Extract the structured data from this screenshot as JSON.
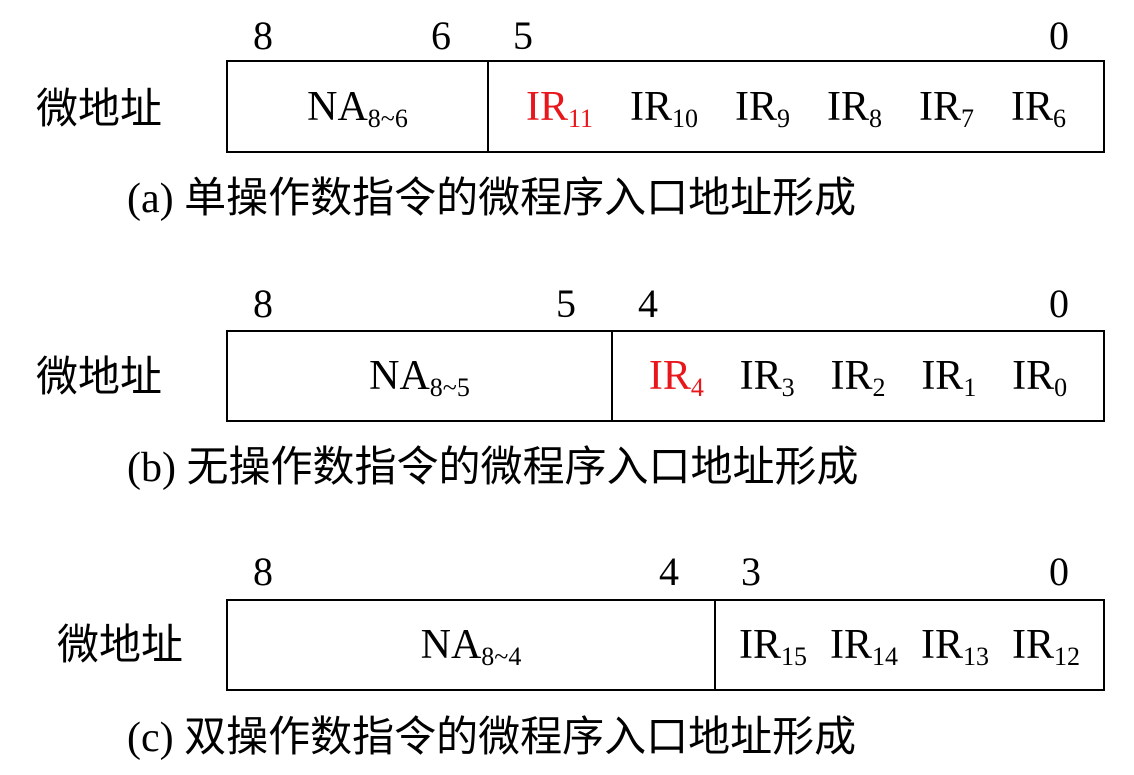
{
  "panels": [
    {
      "id": "a",
      "row_label": "微地址",
      "bit_labels": [
        "8",
        "6",
        "5",
        "0"
      ],
      "na": {
        "text": "NA",
        "sub": "8~6"
      },
      "ir_fields": [
        {
          "text": "IR",
          "sub": "11",
          "highlight": true
        },
        {
          "text": "IR",
          "sub": "10",
          "highlight": false
        },
        {
          "text": "IR",
          "sub": "9",
          "highlight": false
        },
        {
          "text": "IR",
          "sub": "8",
          "highlight": false
        },
        {
          "text": "IR",
          "sub": "7",
          "highlight": false
        },
        {
          "text": "IR",
          "sub": "6",
          "highlight": false
        }
      ],
      "caption_prefix": "(a) ",
      "caption_text": "单操作数指令的微程序入口地址形成"
    },
    {
      "id": "b",
      "row_label": "微地址",
      "bit_labels": [
        "8",
        "5",
        "4",
        "0"
      ],
      "na": {
        "text": "NA",
        "sub": "8~5"
      },
      "ir_fields": [
        {
          "text": "IR",
          "sub": "4",
          "highlight": true
        },
        {
          "text": "IR",
          "sub": "3",
          "highlight": false
        },
        {
          "text": "IR",
          "sub": "2",
          "highlight": false
        },
        {
          "text": "IR",
          "sub": "1",
          "highlight": false
        },
        {
          "text": "IR",
          "sub": "0",
          "highlight": false
        }
      ],
      "caption_prefix": "(b) ",
      "caption_text": "无操作数指令的微程序入口地址形成"
    },
    {
      "id": "c",
      "row_label": "微地址",
      "bit_labels": [
        "8",
        "4",
        "3",
        "0"
      ],
      "na": {
        "text": "NA",
        "sub": "8~4"
      },
      "ir_fields": [
        {
          "text": "IR",
          "sub": "15",
          "highlight": false
        },
        {
          "text": "IR",
          "sub": "14",
          "highlight": false
        },
        {
          "text": "IR",
          "sub": "13",
          "highlight": false
        },
        {
          "text": "IR",
          "sub": "12",
          "highlight": false
        }
      ],
      "caption_prefix": "(c) ",
      "caption_text": "双操作数指令的微程序入口地址形成"
    }
  ],
  "colors": {
    "highlight": "#e8171c",
    "line": "#000000",
    "text": "#000000"
  }
}
